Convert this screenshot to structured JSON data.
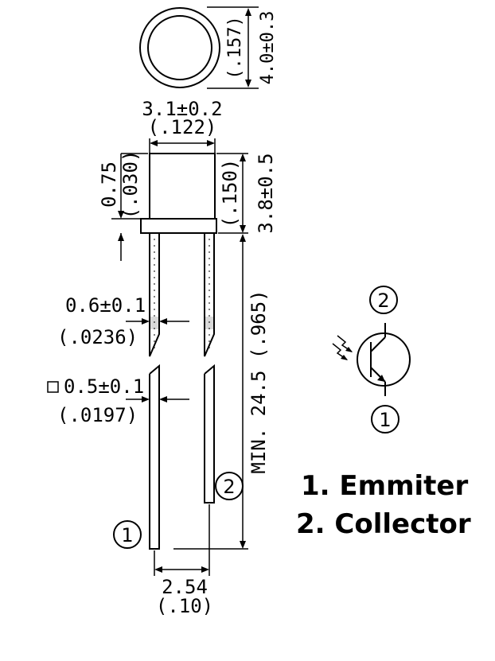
{
  "dimensions": {
    "diameter_in": "(.157)",
    "diameter_mm": "4.0±0.3",
    "width_mm": "3.1±0.2",
    "width_in": "(.122)",
    "shoulder_mm": "0.75",
    "shoulder_in": "(.030)",
    "body_height_in": "(.150)",
    "body_height_mm": "3.8±0.5",
    "lead_length": "MIN. 24.5 (.965)",
    "lead_width_mm": "0.6±0.1",
    "lead_width_in": "(.0236)",
    "lead_square_mm": "0.5±0.1",
    "lead_square_in": "(.0197)",
    "pitch_mm": "2.54",
    "pitch_in": "(.10)"
  },
  "pins": {
    "pin1": "1",
    "pin2": "2"
  },
  "legend": {
    "line1": "1. Emmiter",
    "line2": "2. Collector"
  }
}
